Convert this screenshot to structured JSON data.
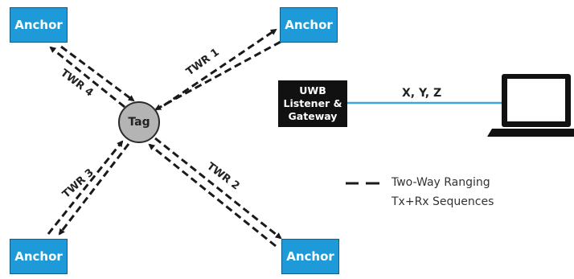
{
  "anchors": {
    "top_left": "Anchor",
    "top_right": "Anchor",
    "bottom_left": "Anchor",
    "bottom_right": "Anchor"
  },
  "tag": {
    "label": "Tag"
  },
  "links": {
    "twr1": "TWR 1",
    "twr2": "TWR 2",
    "twr3": "TWR 3",
    "twr4": "TWR 4"
  },
  "gateway": {
    "line1": "UWB",
    "line2": "Listener &",
    "line3": "Gateway"
  },
  "connection": {
    "label": "X, Y, Z"
  },
  "legend": {
    "line1": "Two-Way Ranging",
    "line2": "Tx+Rx Sequences"
  },
  "colors": {
    "anchor_fill": "#1f9ad8",
    "tag_fill": "#b4b4b4",
    "gateway_fill": "#111111",
    "connection_line": "#3aa6dd",
    "dash": "#1a1a1a"
  },
  "icons": {
    "laptop": "laptop-icon"
  }
}
